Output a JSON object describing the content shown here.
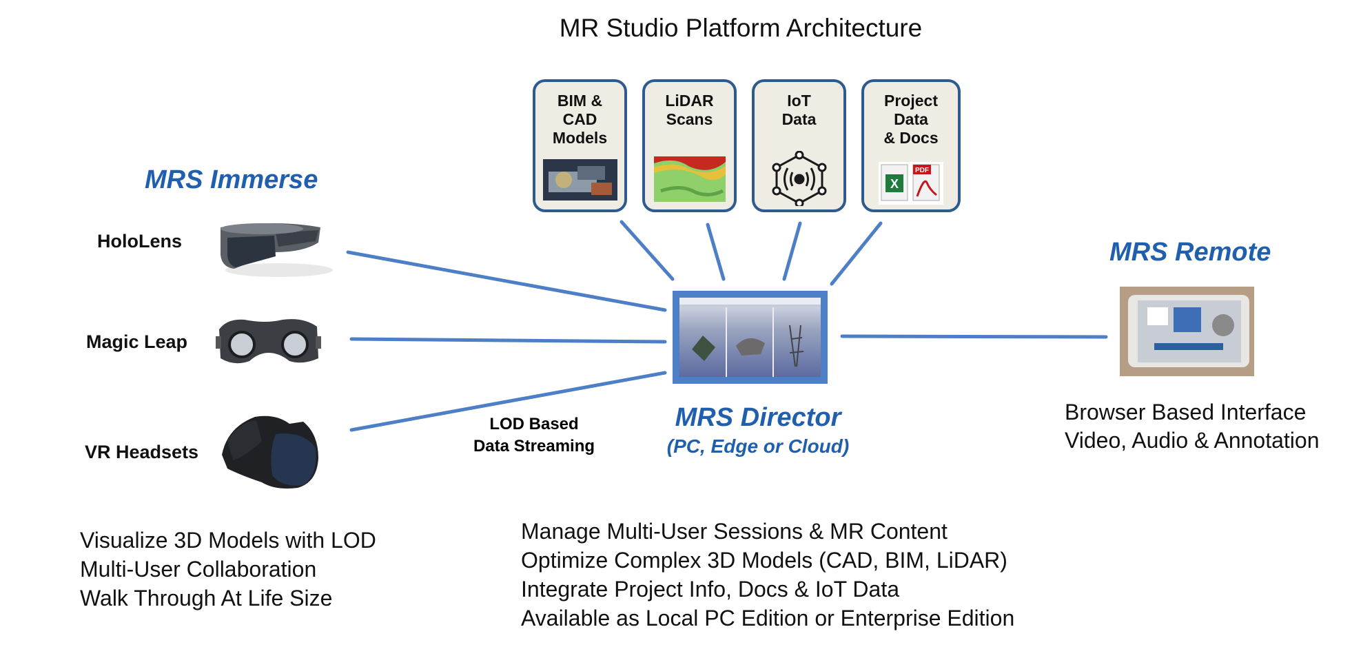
{
  "title": "MR Studio Platform Architecture",
  "immerse": {
    "heading": "MRS Immerse",
    "devices": [
      {
        "label": "HoloLens",
        "icon": "hololens-headset-icon"
      },
      {
        "label": "Magic Leap",
        "icon": "magic-leap-goggles-icon"
      },
      {
        "label": "VR Headsets",
        "icon": "vr-headset-icon"
      }
    ],
    "features": [
      "Visualize 3D Models with LOD",
      "Multi-User Collaboration",
      "Walk Through At Life Size"
    ]
  },
  "sources": [
    {
      "label_lines": [
        "BIM &",
        "CAD",
        "Models"
      ],
      "icon": "cad-model-image"
    },
    {
      "label_lines": [
        "LiDAR",
        "Scans"
      ],
      "icon": "lidar-terrain-image"
    },
    {
      "label_lines": [
        "IoT",
        "Data"
      ],
      "icon": "iot-network-icon"
    },
    {
      "label_lines": [
        "Project",
        "Data",
        "& Docs"
      ],
      "icon": "excel-pdf-icons"
    }
  ],
  "director": {
    "heading": "MRS Director",
    "subheading": "(PC, Edge or Cloud)",
    "streaming_label": [
      "LOD Based",
      "Data Streaming"
    ],
    "features": [
      "Manage Multi-User Sessions & MR Content",
      "Optimize Complex 3D Models (CAD, BIM, LiDAR)",
      "Integrate Project Info, Docs & IoT Data",
      "Available as Local PC Edition or Enterprise Edition"
    ]
  },
  "remote": {
    "heading": "MRS Remote",
    "features": [
      "Browser Based Interface",
      "Video, Audio & Annotation"
    ]
  },
  "colors": {
    "accent_blue": "#1f5fad",
    "line_blue": "#4d7fc7",
    "box_border": "#2e5a8e",
    "box_fill": "#efede3"
  }
}
